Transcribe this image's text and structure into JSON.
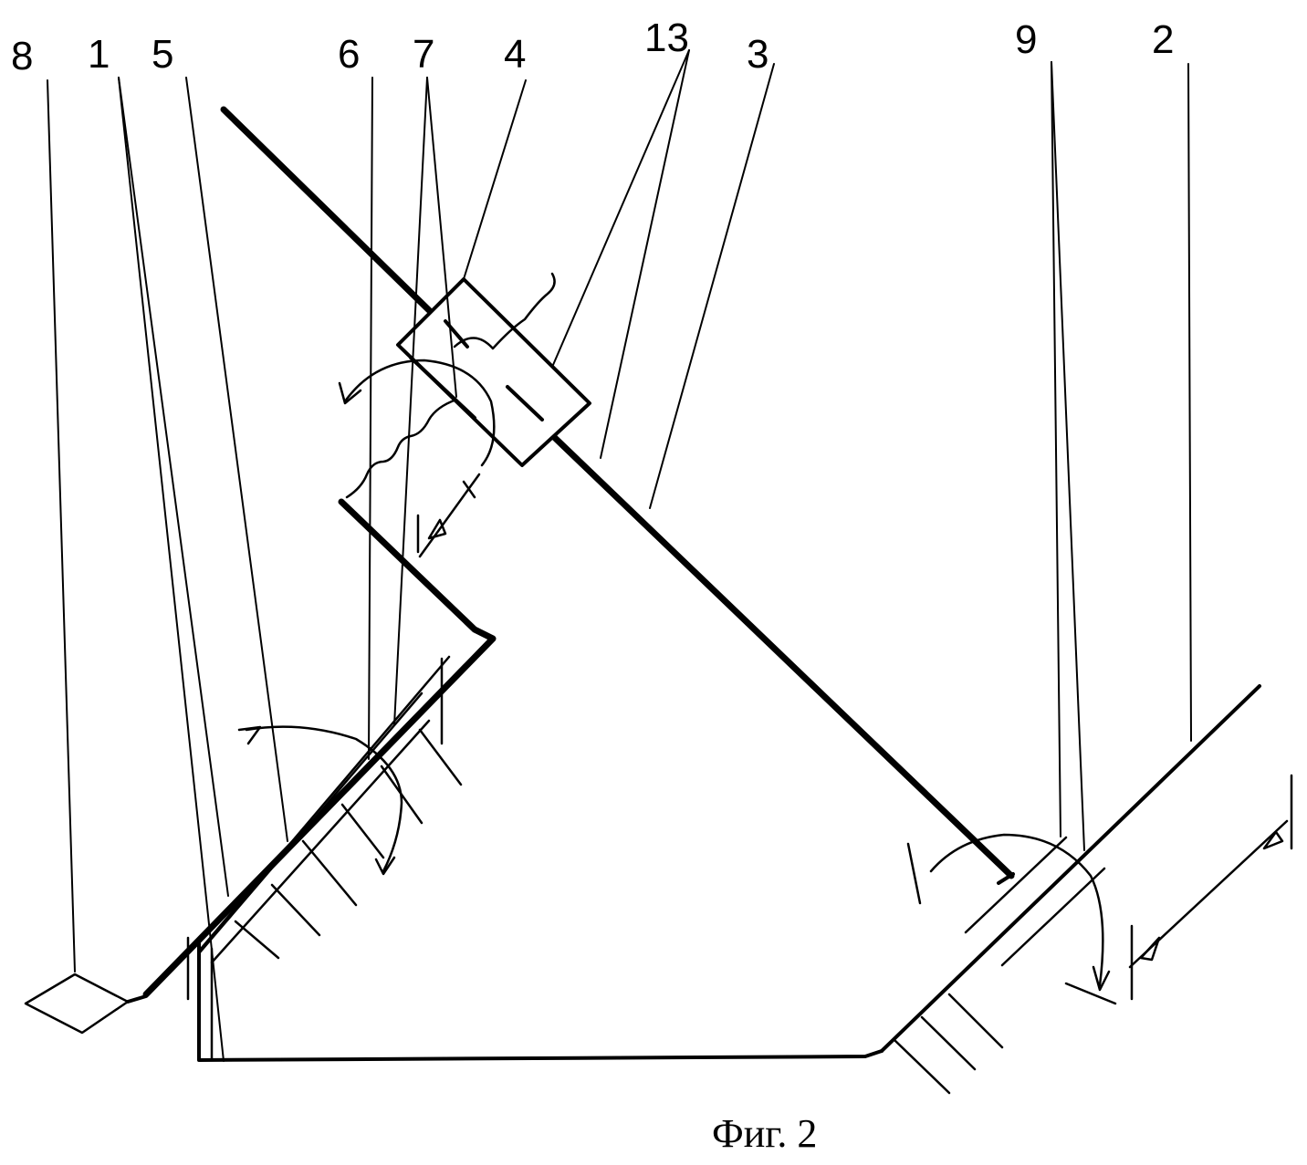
{
  "figure": {
    "caption": "Фиг. 2",
    "stroke_color": "#000000",
    "background_color": "#ffffff"
  },
  "labels": {
    "l8": "8",
    "l1": "1",
    "l5": "5",
    "l6": "6",
    "l7": "7",
    "l4": "4",
    "l13": "13",
    "l3": "3",
    "l9": "9",
    "l2": "2"
  }
}
